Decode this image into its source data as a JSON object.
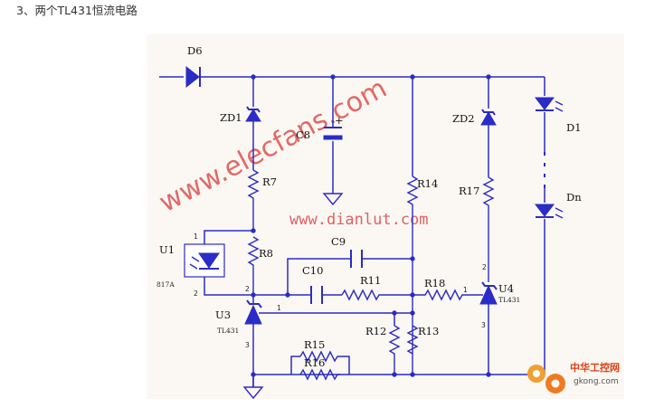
{
  "heading": "3、两个TL431恒流电路",
  "labels": {
    "D6": "D6",
    "ZD1": "ZD1",
    "C8": "C8",
    "C8_plus": "+",
    "ZD2": "ZD2",
    "D1": "D1",
    "Dn": "Dn",
    "R7": "R7",
    "R14": "R14",
    "R17": "R17",
    "U1": "U1",
    "U1_part": "817A",
    "R8": "R8",
    "C9": "C9",
    "C10": "C10",
    "R11": "R11",
    "R18": "R18",
    "U4": "U4",
    "U4_part": "TL431",
    "U3": "U3",
    "U3_part": "TL431",
    "R12": "R12",
    "R13": "R13",
    "R15": "R15",
    "R16": "R16"
  },
  "pins": {
    "u1_pin1": "1",
    "u1_pin2": "2",
    "u3_pin2": "2",
    "u3_pin1": "1",
    "u3_pin3": "3",
    "u4_pin2": "2",
    "u4_pin1": "1",
    "u4_pin3": "3"
  },
  "watermarks": {
    "elecfans": "www.elecfans.com",
    "dianlut": "www.dianlut.com",
    "logo_cn": "中华工控网",
    "logo_en": "gkong.com"
  },
  "colors": {
    "wire": "#2b2bc8",
    "watermark": "#e0504e",
    "background": "#fbf8f4"
  }
}
